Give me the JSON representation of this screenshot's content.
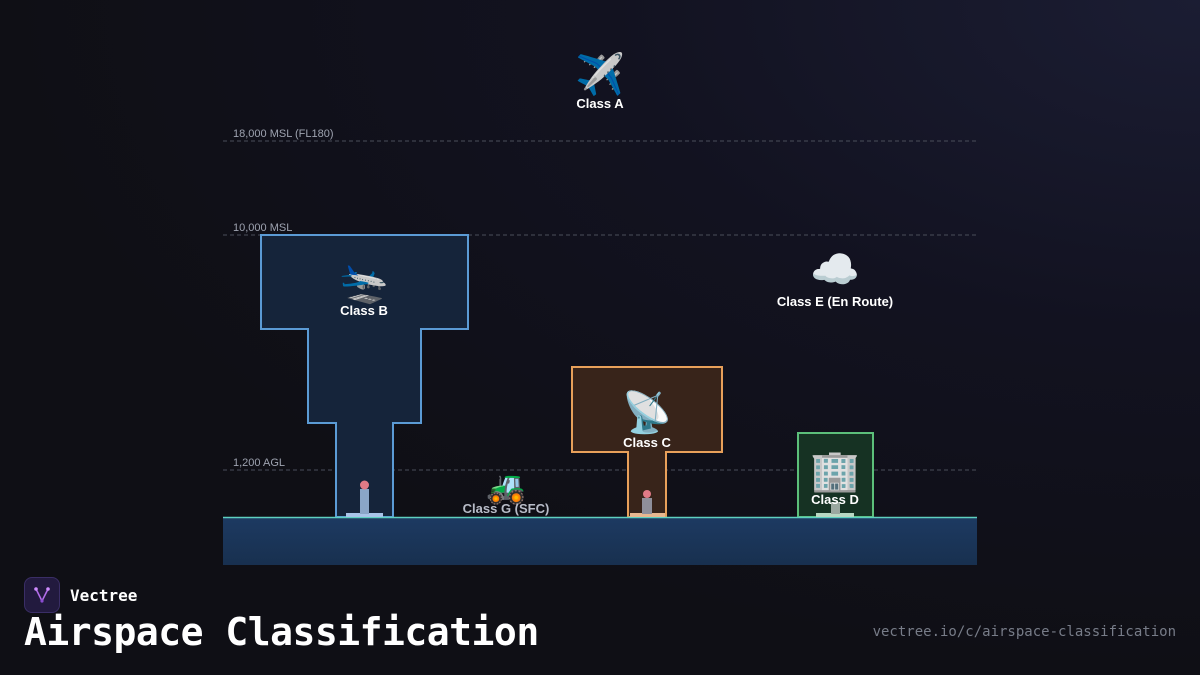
{
  "diagram": {
    "altitudes": {
      "fl180": "18,000 MSL (FL180)",
      "msl10000": "10,000 MSL",
      "agl1200": "1,200 AGL"
    },
    "classes": {
      "a": {
        "label": "Class A",
        "icon": "airplane-icon",
        "glyph": "✈️"
      },
      "b": {
        "label": "Class B",
        "icon": "airliner-icon",
        "glyph": "🛬"
      },
      "c": {
        "label": "Class C",
        "icon": "radar-dish-icon",
        "glyph": "📡"
      },
      "d": {
        "label": "Class D",
        "icon": "office-building-icon",
        "glyph": "🏢"
      },
      "e": {
        "label": "Class E (En Route)",
        "icon": "cloud-icon",
        "glyph": "☁️"
      },
      "g": {
        "label": "Class G (SFC)",
        "icon": "tractor-icon",
        "glyph": "🚜"
      }
    },
    "colors": {
      "class_b": "#5b9bd5",
      "class_c": "#e8a05a",
      "class_d": "#5cbf7a",
      "ground": "#1d3a5f",
      "surface_line": "#5ed0c0"
    }
  },
  "brand": {
    "name": "Vectree"
  },
  "page": {
    "title": "Airspace Classification",
    "url": "vectree.io/c/airspace-classification"
  }
}
